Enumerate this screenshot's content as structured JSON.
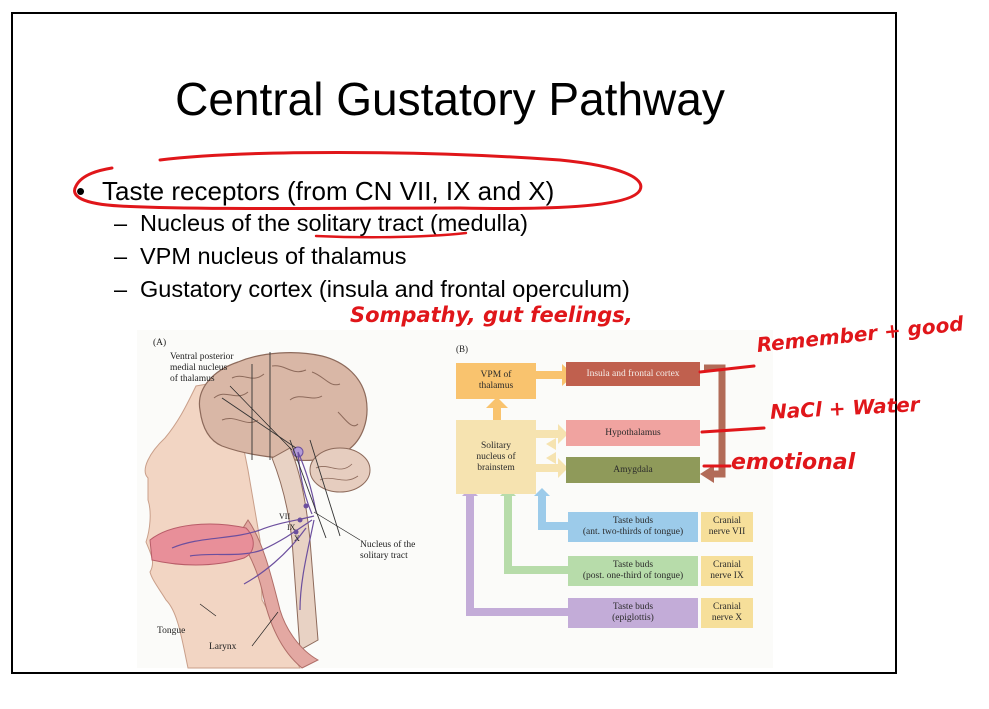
{
  "slide": {
    "title": "Central Gustatory Pathway",
    "bullet": "Taste receptors (from CN VII, IX and X)",
    "bullet_marker": "•",
    "sub_items": [
      {
        "prefix": "Nucleus of the ",
        "underlined": "solitary tract",
        "suffix": " (medulla)"
      },
      {
        "text": "VPM nucleus of thalamus"
      },
      {
        "text": "Gustatory cortex (insula and frontal operculum)"
      }
    ],
    "dash": "–"
  },
  "figure_a": {
    "panel_label": "(A)",
    "vpm_label": [
      "Ventral posterior",
      "medial nucleus",
      "of thalamus"
    ],
    "nerve_labels": [
      "VII",
      "IX",
      "X"
    ],
    "nucleus_label": [
      "Nucleus of the",
      "solitary tract"
    ],
    "tongue_label": "Tongue",
    "larynx_label": "Larynx"
  },
  "figure_b": {
    "panel_label": "(B)",
    "vpm": [
      "VPM of",
      "thalamus"
    ],
    "solitary": [
      "Solitary",
      "nucleus of",
      "brainstem"
    ],
    "insula": "Insula and frontal cortex",
    "hypothalamus": "Hypothalamus",
    "amygdala": "Amygdala",
    "taste_rows": [
      {
        "buds": [
          "Taste buds",
          "(ant. two-thirds of tongue)"
        ],
        "nerve": [
          "Cranial",
          "nerve VII"
        ]
      },
      {
        "buds": [
          "Taste buds",
          "(post. one-third of tongue)"
        ],
        "nerve": [
          "Cranial",
          "nerve IX"
        ]
      },
      {
        "buds": [
          "Taste buds",
          "(epiglottis)"
        ],
        "nerve": [
          "Cranial",
          "nerve X"
        ]
      }
    ]
  },
  "annotations": {
    "sympathy": "Sompathy, gut feelings,",
    "remember": "Remember + good",
    "nacl": "NaCl + Water",
    "emotional": "emotional"
  },
  "colors": {
    "vpm": "#f9c36e",
    "solitary": "#f6e3b0",
    "insula": "#c0604e",
    "hypothalamus": "#f0a3a0",
    "amygdala": "#8f9a5a",
    "blue": "#9ccbea",
    "green": "#b7dcaa",
    "purple": "#c3acd8",
    "nerve_box": "#f6df9a",
    "ink": "#e0161a"
  }
}
